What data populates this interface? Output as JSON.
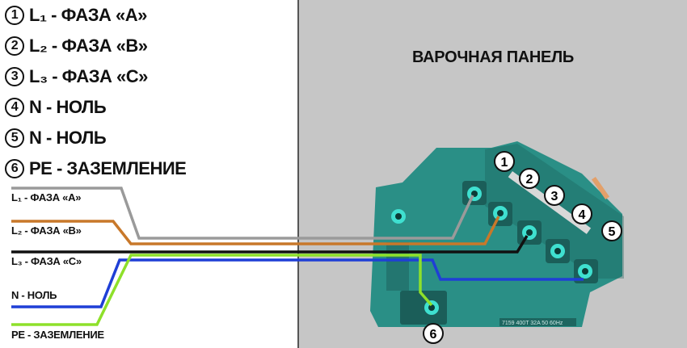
{
  "legend": [
    {
      "num": "1",
      "label": "L₁ - ФАЗА «А»"
    },
    {
      "num": "2",
      "label": "L₂ - ФАЗА «В»"
    },
    {
      "num": "3",
      "label": "L₃ - ФАЗА «С»"
    },
    {
      "num": "4",
      "label": "N - НОЛЬ"
    },
    {
      "num": "5",
      "label": "N - НОЛЬ"
    },
    {
      "num": "6",
      "label": "PE - ЗАЗЕМЛЕНИЕ"
    }
  ],
  "wires": [
    {
      "label": "L₁ - ФАЗА «А»",
      "color": "#9a9a9a"
    },
    {
      "label": "L₂ - ФАЗА «В»",
      "color": "#c8782a"
    },
    {
      "label": "L₃ - ФАЗА «С»",
      "color": "#111111"
    },
    {
      "label": "N - НОЛЬ",
      "color": "#1f3fd6"
    },
    {
      "label": "PE - ЗАЗЕМЛЕНИЕ",
      "color": "#8ee02a"
    }
  ],
  "panel_title": "ВАРОЧНАЯ ПАНЕЛЬ",
  "terminal_numbers": [
    "1",
    "2",
    "3",
    "4",
    "5",
    "6"
  ],
  "terminal_label_text": "7159 400T 32A 50 60Hz",
  "colors": {
    "block": "#2a8f86",
    "block_dark": "#1b5e59",
    "panel_bg": "#c6c6c6",
    "screw": "#3fe0d0"
  }
}
